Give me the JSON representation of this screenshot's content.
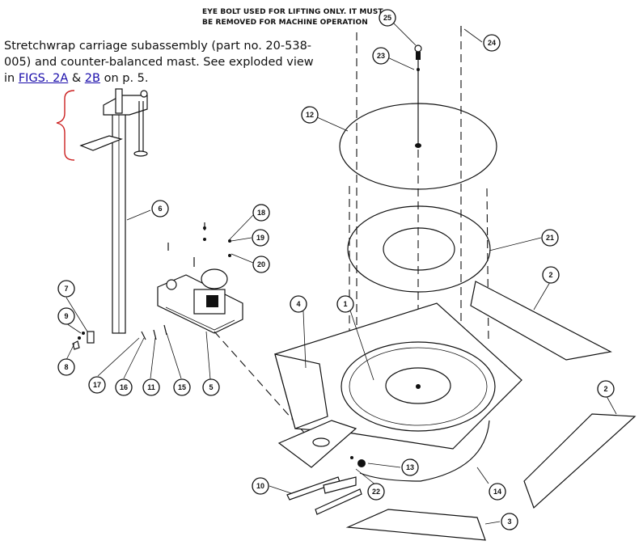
{
  "warning_text": "EYE BOLT USED FOR LIFTING ONLY. IT MUST BE REMOVED FOR MACHINE OPERATION",
  "caption": {
    "text_1": "Stretchwrap carriage subassembly (part no. 20-538-005) and counter-balanced mast. See exploded view in ",
    "link_1": "FIGS. 2A",
    "text_2": " & ",
    "link_2": "2B",
    "text_3": " on p. 5."
  },
  "callouts": [
    "1",
    "2",
    "2",
    "3",
    "4",
    "5",
    "6",
    "7",
    "8",
    "9",
    "10",
    "11",
    "12",
    "13",
    "14",
    "15",
    "16",
    "17",
    "18",
    "19",
    "20",
    "21",
    "22",
    "23",
    "24",
    "25"
  ],
  "colors": {
    "bracket": "#cc2222",
    "link": "#1a0dab",
    "line": "#111111"
  }
}
